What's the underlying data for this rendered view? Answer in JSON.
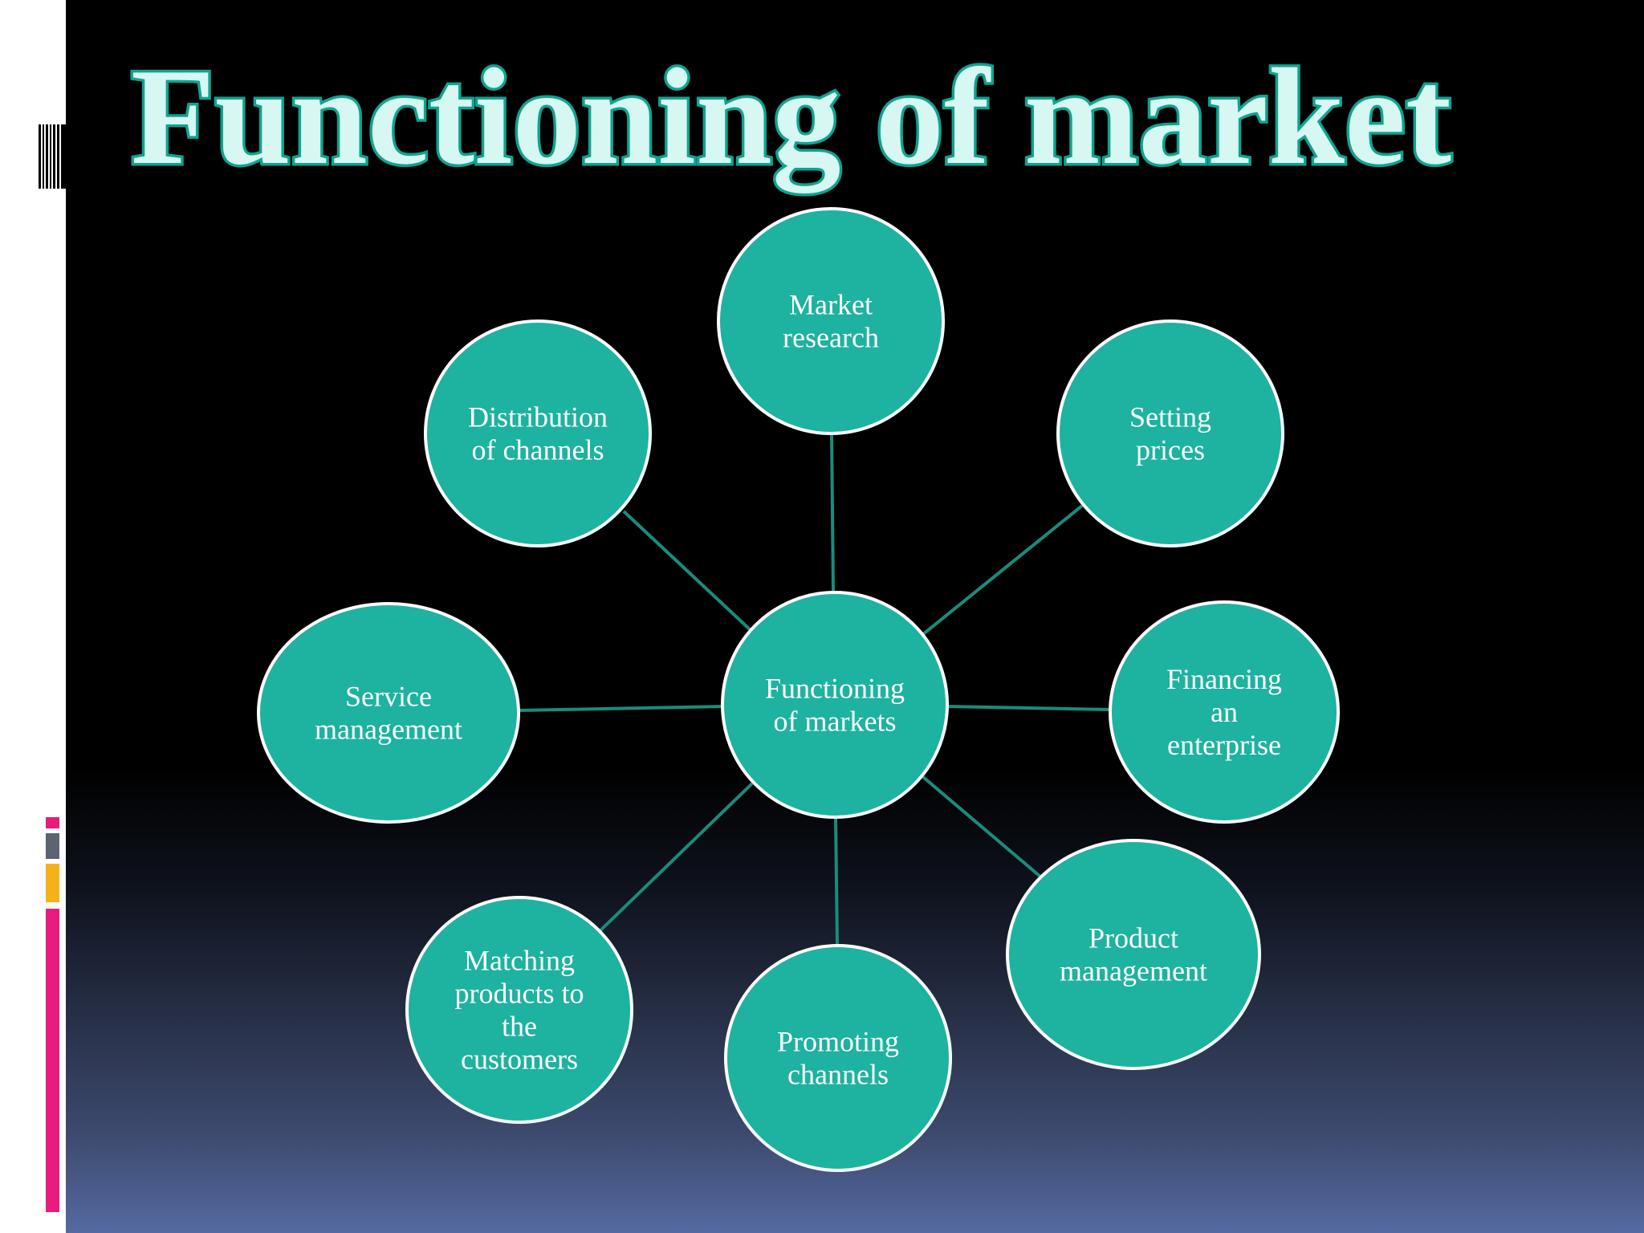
{
  "slide": {
    "title": "Functioning of market"
  },
  "colors": {
    "node_fill": "#1eb2a0",
    "node_stroke": "#ffffff",
    "connector": "#1a8c7c",
    "title_fill": "#d6f7f2",
    "title_stroke": "#0fa390",
    "accent_pink": "#e71d7d",
    "accent_grey": "#5c6473",
    "accent_yellow": "#f4b21a"
  },
  "diagram": {
    "center": {
      "lines": [
        "Functioning",
        "of markets"
      ]
    },
    "nodes": [
      {
        "id": "market-research",
        "lines": [
          "Market",
          "research"
        ]
      },
      {
        "id": "setting-prices",
        "lines": [
          "Setting",
          "prices"
        ]
      },
      {
        "id": "financing-an-enterprise",
        "lines": [
          "Financing",
          "an",
          "enterprise"
        ]
      },
      {
        "id": "product-management",
        "lines": [
          "Product",
          "management"
        ]
      },
      {
        "id": "promoting-channels",
        "lines": [
          "Promoting",
          "channels"
        ]
      },
      {
        "id": "matching-products-to-the-customers",
        "lines": [
          "Matching",
          "products to",
          "the",
          "customers"
        ]
      },
      {
        "id": "service-management",
        "lines": [
          "Service",
          "management"
        ]
      },
      {
        "id": "distribution-of-channels",
        "lines": [
          "Distribution",
          "of channels"
        ]
      }
    ]
  }
}
